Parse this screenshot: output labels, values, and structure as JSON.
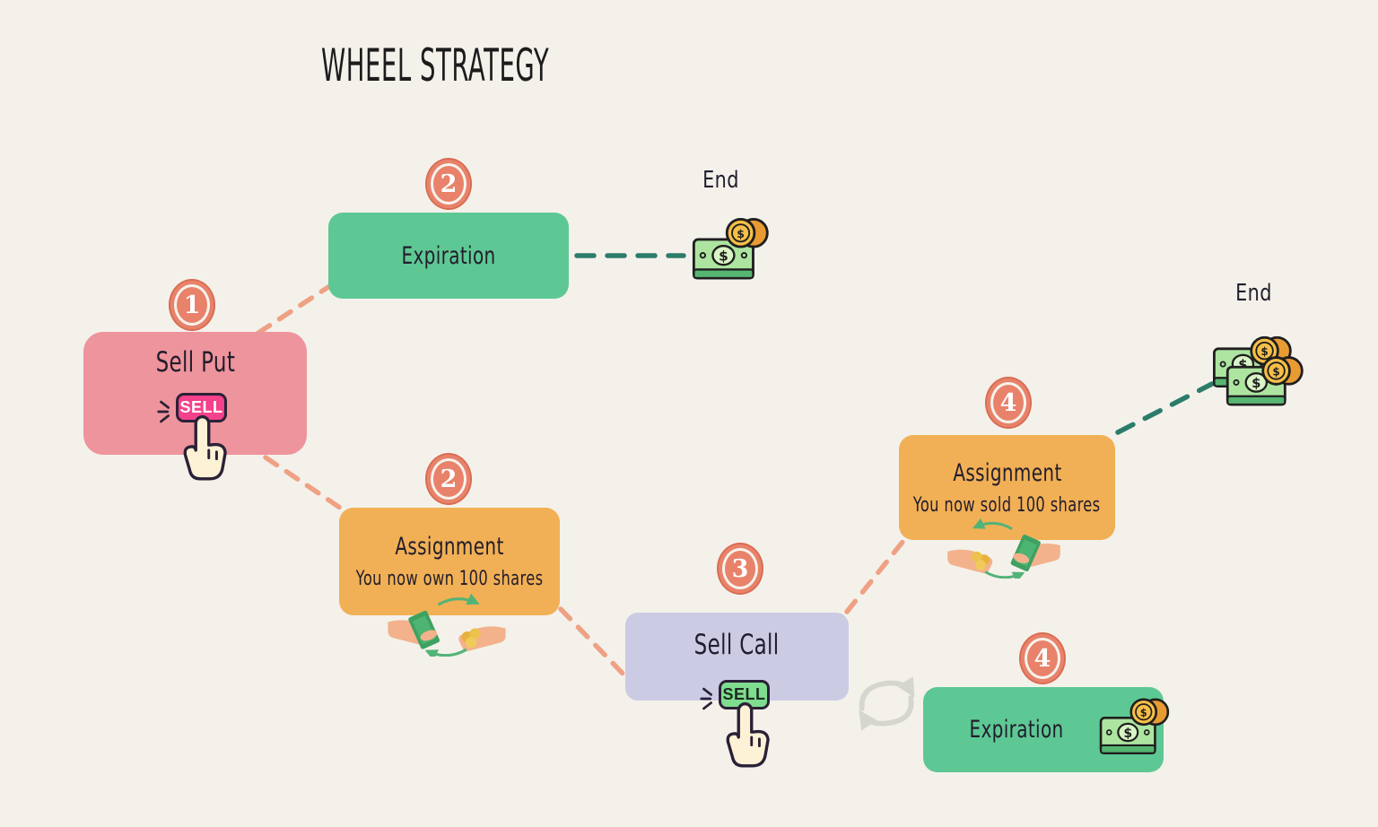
{
  "title": "WHEEL STRATEGY",
  "steps": {
    "sell_put": {
      "badge": "1",
      "label": "Sell Put",
      "button": "SELL"
    },
    "expiration_top": {
      "badge": "2",
      "label": "Expiration"
    },
    "assignment_own": {
      "badge": "2",
      "label": "Assignment",
      "subtitle": "You now own 100 shares"
    },
    "sell_call": {
      "badge": "3",
      "label": "Sell Call",
      "button": "SELL"
    },
    "assignment_sold": {
      "badge": "4",
      "label": "Assignment",
      "subtitle": "You now sold 100 shares"
    },
    "expiration_bottom": {
      "badge": "4",
      "label": "Expiration"
    }
  },
  "end_labels": {
    "top": "End",
    "right": "End"
  },
  "icons": {
    "money": "banknote-with-coins",
    "money_stack": "banknotes-with-coin-stacks",
    "hand_cursor": "pointing-hand-click",
    "exchange": "hands-exchanging-money",
    "loop": "repeat-cycle-arrows",
    "click_burst": "click-lines"
  },
  "colors": {
    "background": "#f4f1eb",
    "sell_put_box": "#ee949c",
    "expiration_box": "#5ec894",
    "assignment_box": "#f1b055",
    "sell_call_box": "#cbcbe4",
    "badge_fill": "#e8826a",
    "connector_salmon": "#efa184",
    "connector_teal": "#2c7c6a",
    "sell_button_pink": "#f4418b",
    "sell_button_green": "#7edd8e",
    "text": "#221d2c"
  }
}
